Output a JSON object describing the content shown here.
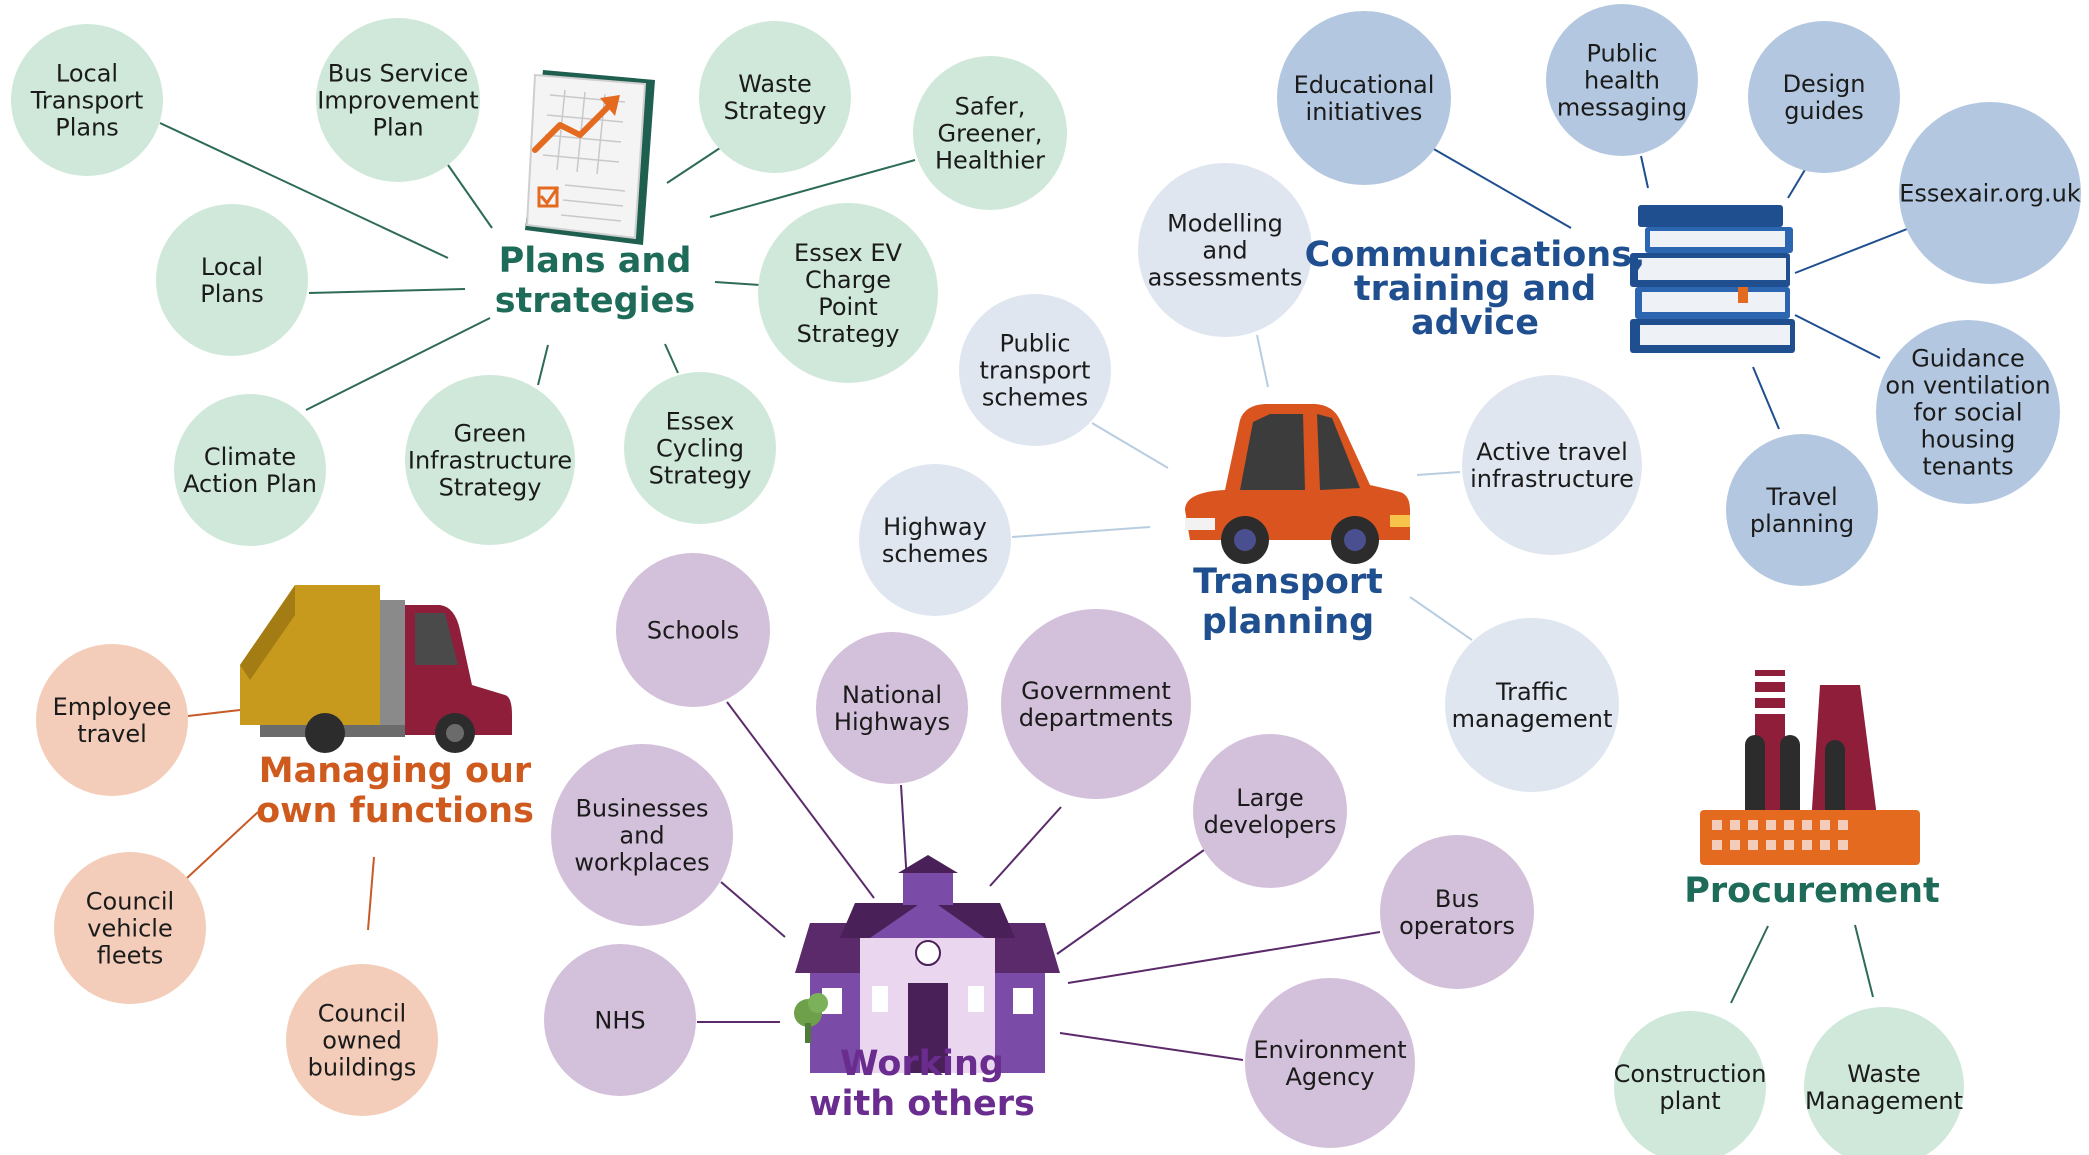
{
  "hubs": [
    {
      "id": "plans",
      "lines": [
        "Plans and",
        "strategies"
      ],
      "color": "#1f6b59",
      "bubble_fill": "#cfe8da",
      "line_color": "#2d6b55"
    },
    {
      "id": "comms",
      "lines": [
        "Communications,",
        "training and",
        "advice"
      ],
      "color": "#1f4f8f",
      "bubble_fill": "#b3c8e0",
      "line_color": "#1f4f8f"
    },
    {
      "id": "transport",
      "lines": [
        "Transport",
        "planning"
      ],
      "color": "#1f4f8f",
      "bubble_fill": "#dfe6f0",
      "line_color": "#b9cde0"
    },
    {
      "id": "managing",
      "lines": [
        "Managing our",
        "own functions"
      ],
      "color": "#cf5a1e",
      "bubble_fill": "#f3cdb9",
      "line_color": "#c85a28"
    },
    {
      "id": "working",
      "lines": [
        "Working",
        "with others"
      ],
      "color": "#6a2d8f",
      "bubble_fill": "#d3c0da",
      "line_color": "#5a2a6a"
    },
    {
      "id": "procurement",
      "lines": [
        "Procurement"
      ],
      "color": "#1f6b59",
      "bubble_fill": "#cfe8da",
      "line_color": "#2d6b55"
    }
  ],
  "bubbles": [
    {
      "hub": "plans",
      "lines": [
        "Local",
        "Transport",
        "Plans"
      ]
    },
    {
      "hub": "plans",
      "lines": [
        "Bus Service",
        "Improvement",
        "Plan"
      ]
    },
    {
      "hub": "plans",
      "lines": [
        "Waste",
        "Strategy"
      ]
    },
    {
      "hub": "plans",
      "lines": [
        "Safer,",
        "Greener,",
        "Healthier"
      ]
    },
    {
      "hub": "plans",
      "lines": [
        "Local",
        "Plans"
      ]
    },
    {
      "hub": "plans",
      "lines": [
        "Essex EV",
        "Charge",
        "Point",
        "Strategy"
      ]
    },
    {
      "hub": "plans",
      "lines": [
        "Climate",
        "Action Plan"
      ]
    },
    {
      "hub": "plans",
      "lines": [
        "Green",
        "Infrastructure",
        "Strategy"
      ]
    },
    {
      "hub": "plans",
      "lines": [
        "Essex",
        "Cycling",
        "Strategy"
      ]
    },
    {
      "hub": "comms",
      "lines": [
        "Educational",
        "initiatives"
      ]
    },
    {
      "hub": "comms",
      "lines": [
        "Public",
        "health",
        "messaging"
      ]
    },
    {
      "hub": "comms",
      "lines": [
        "Design",
        "guides"
      ]
    },
    {
      "hub": "comms",
      "lines": [
        "Essexair.org.uk"
      ]
    },
    {
      "hub": "comms",
      "lines": [
        "Guidance",
        "on ventilation",
        "for social",
        "housing",
        "tenants"
      ]
    },
    {
      "hub": "comms",
      "lines": [
        "Travel",
        "planning"
      ]
    },
    {
      "hub": "transport",
      "lines": [
        "Modelling",
        "and",
        "assessments"
      ]
    },
    {
      "hub": "transport",
      "lines": [
        "Public",
        "transport",
        "schemes"
      ]
    },
    {
      "hub": "transport",
      "lines": [
        "Highway",
        "schemes"
      ]
    },
    {
      "hub": "transport",
      "lines": [
        "Active travel",
        "infrastructure"
      ]
    },
    {
      "hub": "transport",
      "lines": [
        "Traffic",
        "management"
      ]
    },
    {
      "hub": "managing",
      "lines": [
        "Employee",
        "travel"
      ]
    },
    {
      "hub": "managing",
      "lines": [
        "Council",
        "vehicle",
        "fleets"
      ]
    },
    {
      "hub": "managing",
      "lines": [
        "Council",
        "owned",
        "buildings"
      ]
    },
    {
      "hub": "working",
      "lines": [
        "Schools"
      ]
    },
    {
      "hub": "working",
      "lines": [
        "National",
        "Highways"
      ]
    },
    {
      "hub": "working",
      "lines": [
        "Government",
        "departments"
      ]
    },
    {
      "hub": "working",
      "lines": [
        "Large",
        "developers"
      ]
    },
    {
      "hub": "working",
      "lines": [
        "Businesses",
        "and",
        "workplaces"
      ]
    },
    {
      "hub": "working",
      "lines": [
        "NHS"
      ]
    },
    {
      "hub": "working",
      "lines": [
        "Bus",
        "operators"
      ]
    },
    {
      "hub": "working",
      "lines": [
        "Environment",
        "Agency"
      ]
    },
    {
      "hub": "procurement",
      "lines": [
        "Construction",
        "plant"
      ]
    },
    {
      "hub": "procurement",
      "lines": [
        "Waste",
        "Management"
      ]
    }
  ],
  "illustrations": [
    {
      "hub": "plans",
      "icon": "report-chart-icon"
    },
    {
      "hub": "comms",
      "icon": "book-stack-icon"
    },
    {
      "hub": "transport",
      "icon": "car-icon"
    },
    {
      "hub": "managing",
      "icon": "truck-icon"
    },
    {
      "hub": "working",
      "icon": "town-hall-icon"
    },
    {
      "hub": "procurement",
      "icon": "factory-icon"
    }
  ]
}
